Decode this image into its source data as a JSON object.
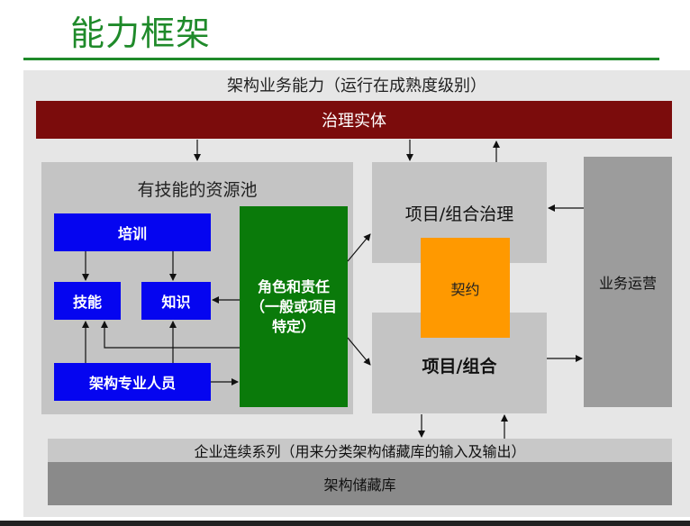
{
  "title": "能力框架",
  "outer_label": "架构业务能力（运行在成熟度级别）",
  "governance": "治理实体",
  "resource_pool": {
    "label": "有技能的资源池",
    "training": "培训",
    "skills": "技能",
    "knowledge": "知识",
    "architects": "架构专业人员",
    "roles": [
      "角色和责任",
      "（一般或项目",
      "特定）"
    ]
  },
  "project_governance": "项目/组合治理",
  "contract": "契约",
  "project": "项目/组合",
  "operations": "业务运营",
  "continuum": "企业连续系列（用来分类架构储藏库的输入及输出）",
  "repository": "架构储藏库",
  "colors": {
    "title_green": "#1f8a2a",
    "governance_red": "#7b0c0c",
    "box_blue": "#0505f0",
    "roles_green": "#0a7a0a",
    "contract_orange": "#ff9900"
  }
}
